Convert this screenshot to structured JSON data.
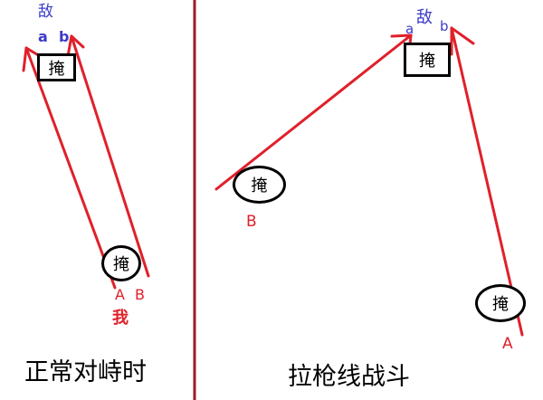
{
  "colors": {
    "arrow": "#e0202a",
    "enemy_label": "#3a3ac8",
    "divider": "#9b1b2b",
    "cover": "#000000"
  },
  "left_panel": {
    "enemy_label": "敌",
    "point_a": "a",
    "point_b": "b",
    "enemy_cover": "掩",
    "self_cover": "掩",
    "point_A": "A",
    "point_B": "B",
    "self_label": "我",
    "caption": "正常对峙时"
  },
  "right_panel": {
    "enemy_label": "敌",
    "point_a": "a",
    "point_b": "b",
    "enemy_cover": "掩",
    "cover_B": "掩",
    "point_B": "B",
    "cover_A": "掩",
    "point_A": "A",
    "caption": "拉枪线战斗"
  }
}
